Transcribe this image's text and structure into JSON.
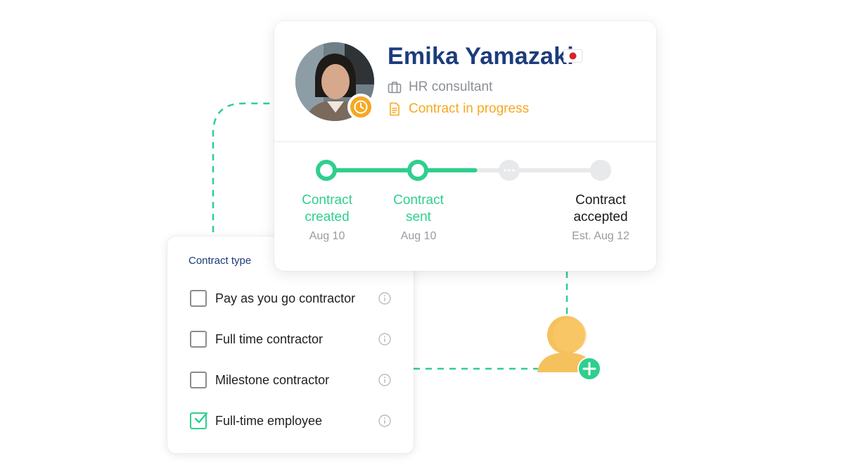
{
  "profile": {
    "name": "Emika Yamazaki",
    "role": "HR consultant",
    "status": "Contract in progress",
    "accent_green": "#2fcf8e",
    "accent_orange": "#f6a821",
    "name_color": "#1c3c7d"
  },
  "timeline": {
    "progress": 0.55,
    "steps": [
      {
        "label_line1": "Contract",
        "label_line2": "created",
        "date": "Aug 10",
        "state": "done"
      },
      {
        "label_line1": "Contract",
        "label_line2": "sent",
        "date": "Aug 10",
        "state": "done"
      },
      {
        "label_line1": "",
        "label_line2": "",
        "date": "",
        "state": "pending"
      },
      {
        "label_line1": "Contract",
        "label_line2": "accepted",
        "date": "Est. Aug 12",
        "state": "todo"
      }
    ]
  },
  "contract_type": {
    "title": "Contract type",
    "options": [
      {
        "label": "Pay as you go contractor",
        "checked": false
      },
      {
        "label": "Full time contractor",
        "checked": false
      },
      {
        "label": "Milestone contractor",
        "checked": false
      },
      {
        "label": "Full-time employee",
        "checked": true
      }
    ]
  },
  "icons": {
    "avatar_badge": "clock-icon",
    "role": "briefcase-icon",
    "status": "document-icon",
    "flag": "japan-flag-icon",
    "add_user": "add-user-icon",
    "info": "info-icon"
  }
}
